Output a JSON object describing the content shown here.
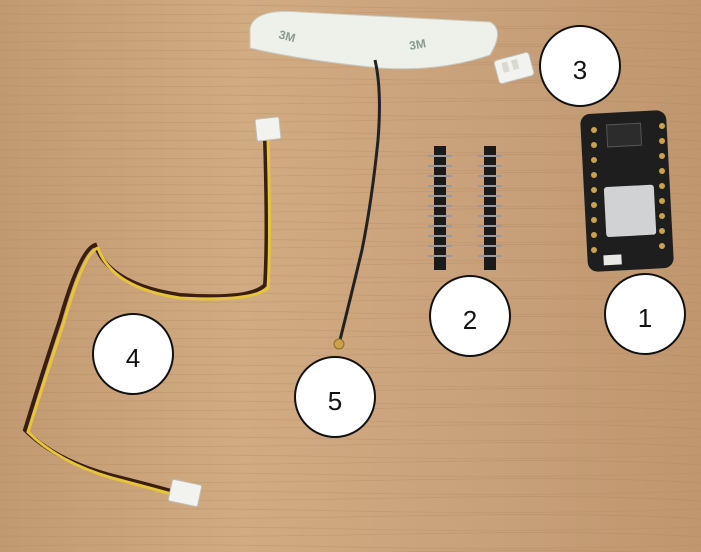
{
  "image": {
    "description_labels": [
      {
        "id": "1",
        "text": "1"
      },
      {
        "id": "2",
        "text": "2"
      },
      {
        "id": "3",
        "text": "3"
      },
      {
        "id": "4",
        "text": "4"
      },
      {
        "id": "5",
        "text": "5"
      }
    ],
    "tape_print": "3M"
  },
  "colors": {
    "wood_base": "#c9a27a",
    "wood_light": "#d8b58c",
    "board": "#1e1e1e",
    "wire_yellow": "#e6c53a",
    "wire_dark": "#3a1e12",
    "antenna": "#222222",
    "pin_header": "#1a1a1a",
    "connector": "#f2f2ef"
  }
}
